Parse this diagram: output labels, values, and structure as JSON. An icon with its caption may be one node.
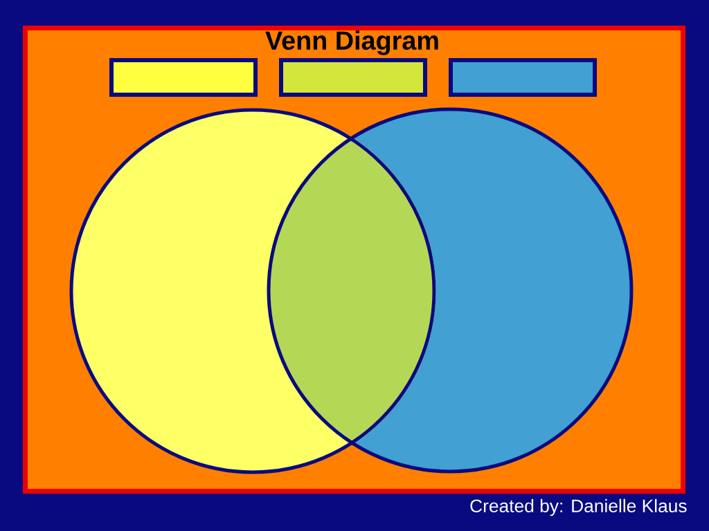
{
  "diagram": {
    "title": "Venn Diagram",
    "nodes": [
      {
        "text": [],
        "shape": "box"
      },
      {
        "text": [],
        "shape": "box"
      },
      {
        "text": [],
        "shape": "box"
      },
      {
        "text": [],
        "shape": "circle"
      },
      {
        "text": [],
        "shape": "circle"
      }
    ],
    "labels": [
      "Created by: Danielle Klaus"
    ]
  }
}
